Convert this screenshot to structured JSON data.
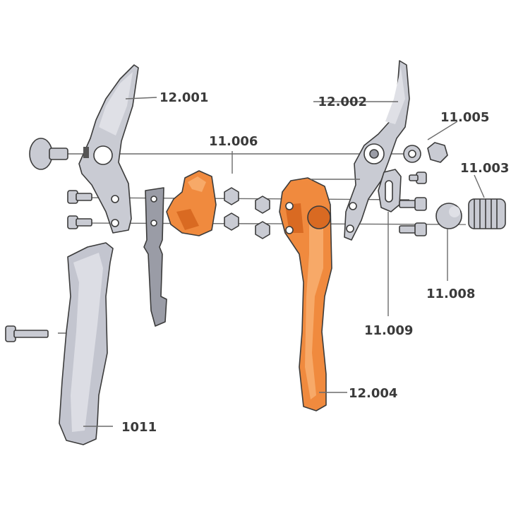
{
  "parts": {
    "p12001": "12.001",
    "p12002": "12.002",
    "p11006": "11.006",
    "p11005": "11.005",
    "p11003": "11.003",
    "p11008": "11.008",
    "p11009": "11.009",
    "p12004": "12.004",
    "p1011": "1011"
  },
  "colors": {
    "steel": "#c9cbd3",
    "orange": "#f08a3e",
    "outline": "#3b3b3b"
  }
}
